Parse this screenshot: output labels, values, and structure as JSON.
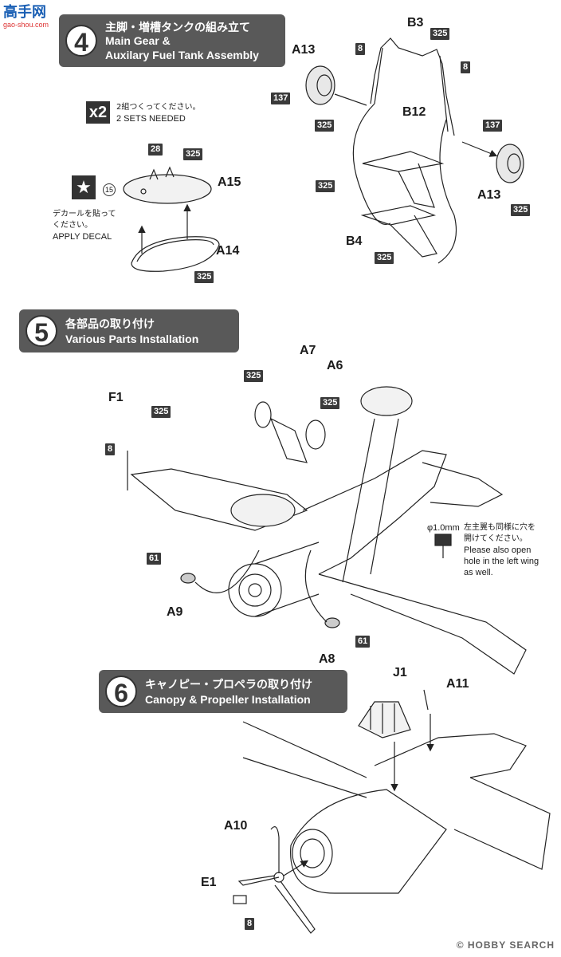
{
  "site_logo": {
    "text": "高手网",
    "sub": "gao-shou.com"
  },
  "watermark": "© HOBBY SEARCH",
  "step4": {
    "number": "4",
    "title_jp": "主脚・増槽タンクの組み立て",
    "title_en_1": "Main Gear &",
    "title_en_2": "Auxilary Fuel Tank Assembly",
    "multiplier": "x2",
    "sets_jp": "2組つくってください。",
    "sets_en": "2 SETS NEEDED",
    "decal_jp_1": "デカールを貼って",
    "decal_jp_2": "ください。",
    "decal_en": "APPLY DECAL",
    "decal_no": "15",
    "parts": {
      "a13_l": "A13",
      "a13_r": "A13",
      "b3": "B3",
      "b12": "B12",
      "b4": "B4",
      "a15": "A15",
      "a14": "A14"
    },
    "paints": {
      "p28": "28",
      "p325_tank": "325",
      "p325_a14": "325",
      "p137_l": "137",
      "p325_wl": "325",
      "p8_l": "8",
      "p325_b3": "325",
      "p8_r": "8",
      "p325_b12": "325",
      "p137_r": "137",
      "p325_wr": "325",
      "p325_b4": "325"
    }
  },
  "step5": {
    "number": "5",
    "title_jp": "各部品の取り付け",
    "title_en": "Various Parts Installation",
    "parts": {
      "a7": "A7",
      "a6": "A6",
      "f1": "F1",
      "a9": "A9",
      "a8": "A8"
    },
    "paints": {
      "p325_a7": "325",
      "p325_a6": "325",
      "p325_f1": "325",
      "p8_f1": "8",
      "p61_a9": "61",
      "p61_a8": "61"
    },
    "hole_size": "φ1.0mm",
    "hole_jp_1": "左主翼も同様に穴を",
    "hole_jp_2": "開けてください。",
    "hole_en_1": "Please also open",
    "hole_en_2": "hole in the left wing",
    "hole_en_3": "as well."
  },
  "step6": {
    "number": "6",
    "title_jp": "キャノピー・プロペラの取り付け",
    "title_en": "Canopy & Propeller Installation",
    "parts": {
      "j1": "J1",
      "a11": "A11",
      "a10": "A10",
      "e1": "E1"
    },
    "paints": {
      "p8_e1": "8"
    }
  }
}
